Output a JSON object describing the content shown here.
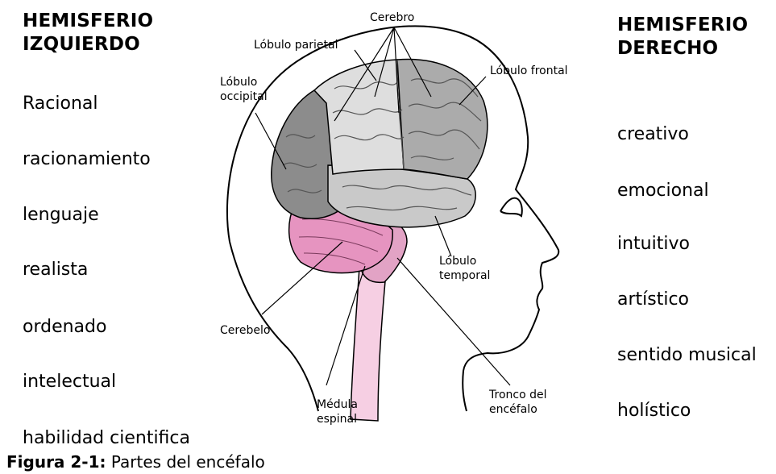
{
  "left": {
    "heading": "HEMISFERIO\nIZQUIERDO",
    "traits": [
      "Racional",
      "racionamiento",
      "lenguaje",
      "realista",
      "ordenado",
      "intelectual",
      "habilidad cientifica"
    ]
  },
  "right": {
    "heading": "HEMISFERIO\nDERECHO",
    "traits": [
      "creativo",
      "emocional",
      "intuitivo",
      "artístico",
      "sentido musical",
      "holístico"
    ]
  },
  "diagram": {
    "labels": {
      "cerebro": "Cerebro",
      "parietal": "Lóbulo parietal",
      "frontal": "Lóbulo frontal",
      "occipital_1": "Lóbulo",
      "occipital_2": "occipital",
      "temporal_1": "Lóbulo",
      "temporal_2": "temporal",
      "cerebelo": "Cerebelo",
      "medula_1": "Médula",
      "medula_2": "espinal",
      "tronco_1": "Tronco del",
      "tronco_2": "encéfalo"
    },
    "colors": {
      "frontal": "#ababab",
      "parietal": "#dedede",
      "occipital": "#8c8c8c",
      "temporal": "#c9c9c9",
      "cerebelo": "#e694c0",
      "tronco": "#e2a3c5",
      "medula": "#f6cfe3"
    }
  },
  "caption": {
    "bold": "Figura 2-1:",
    "text": " Partes del encéfalo"
  }
}
